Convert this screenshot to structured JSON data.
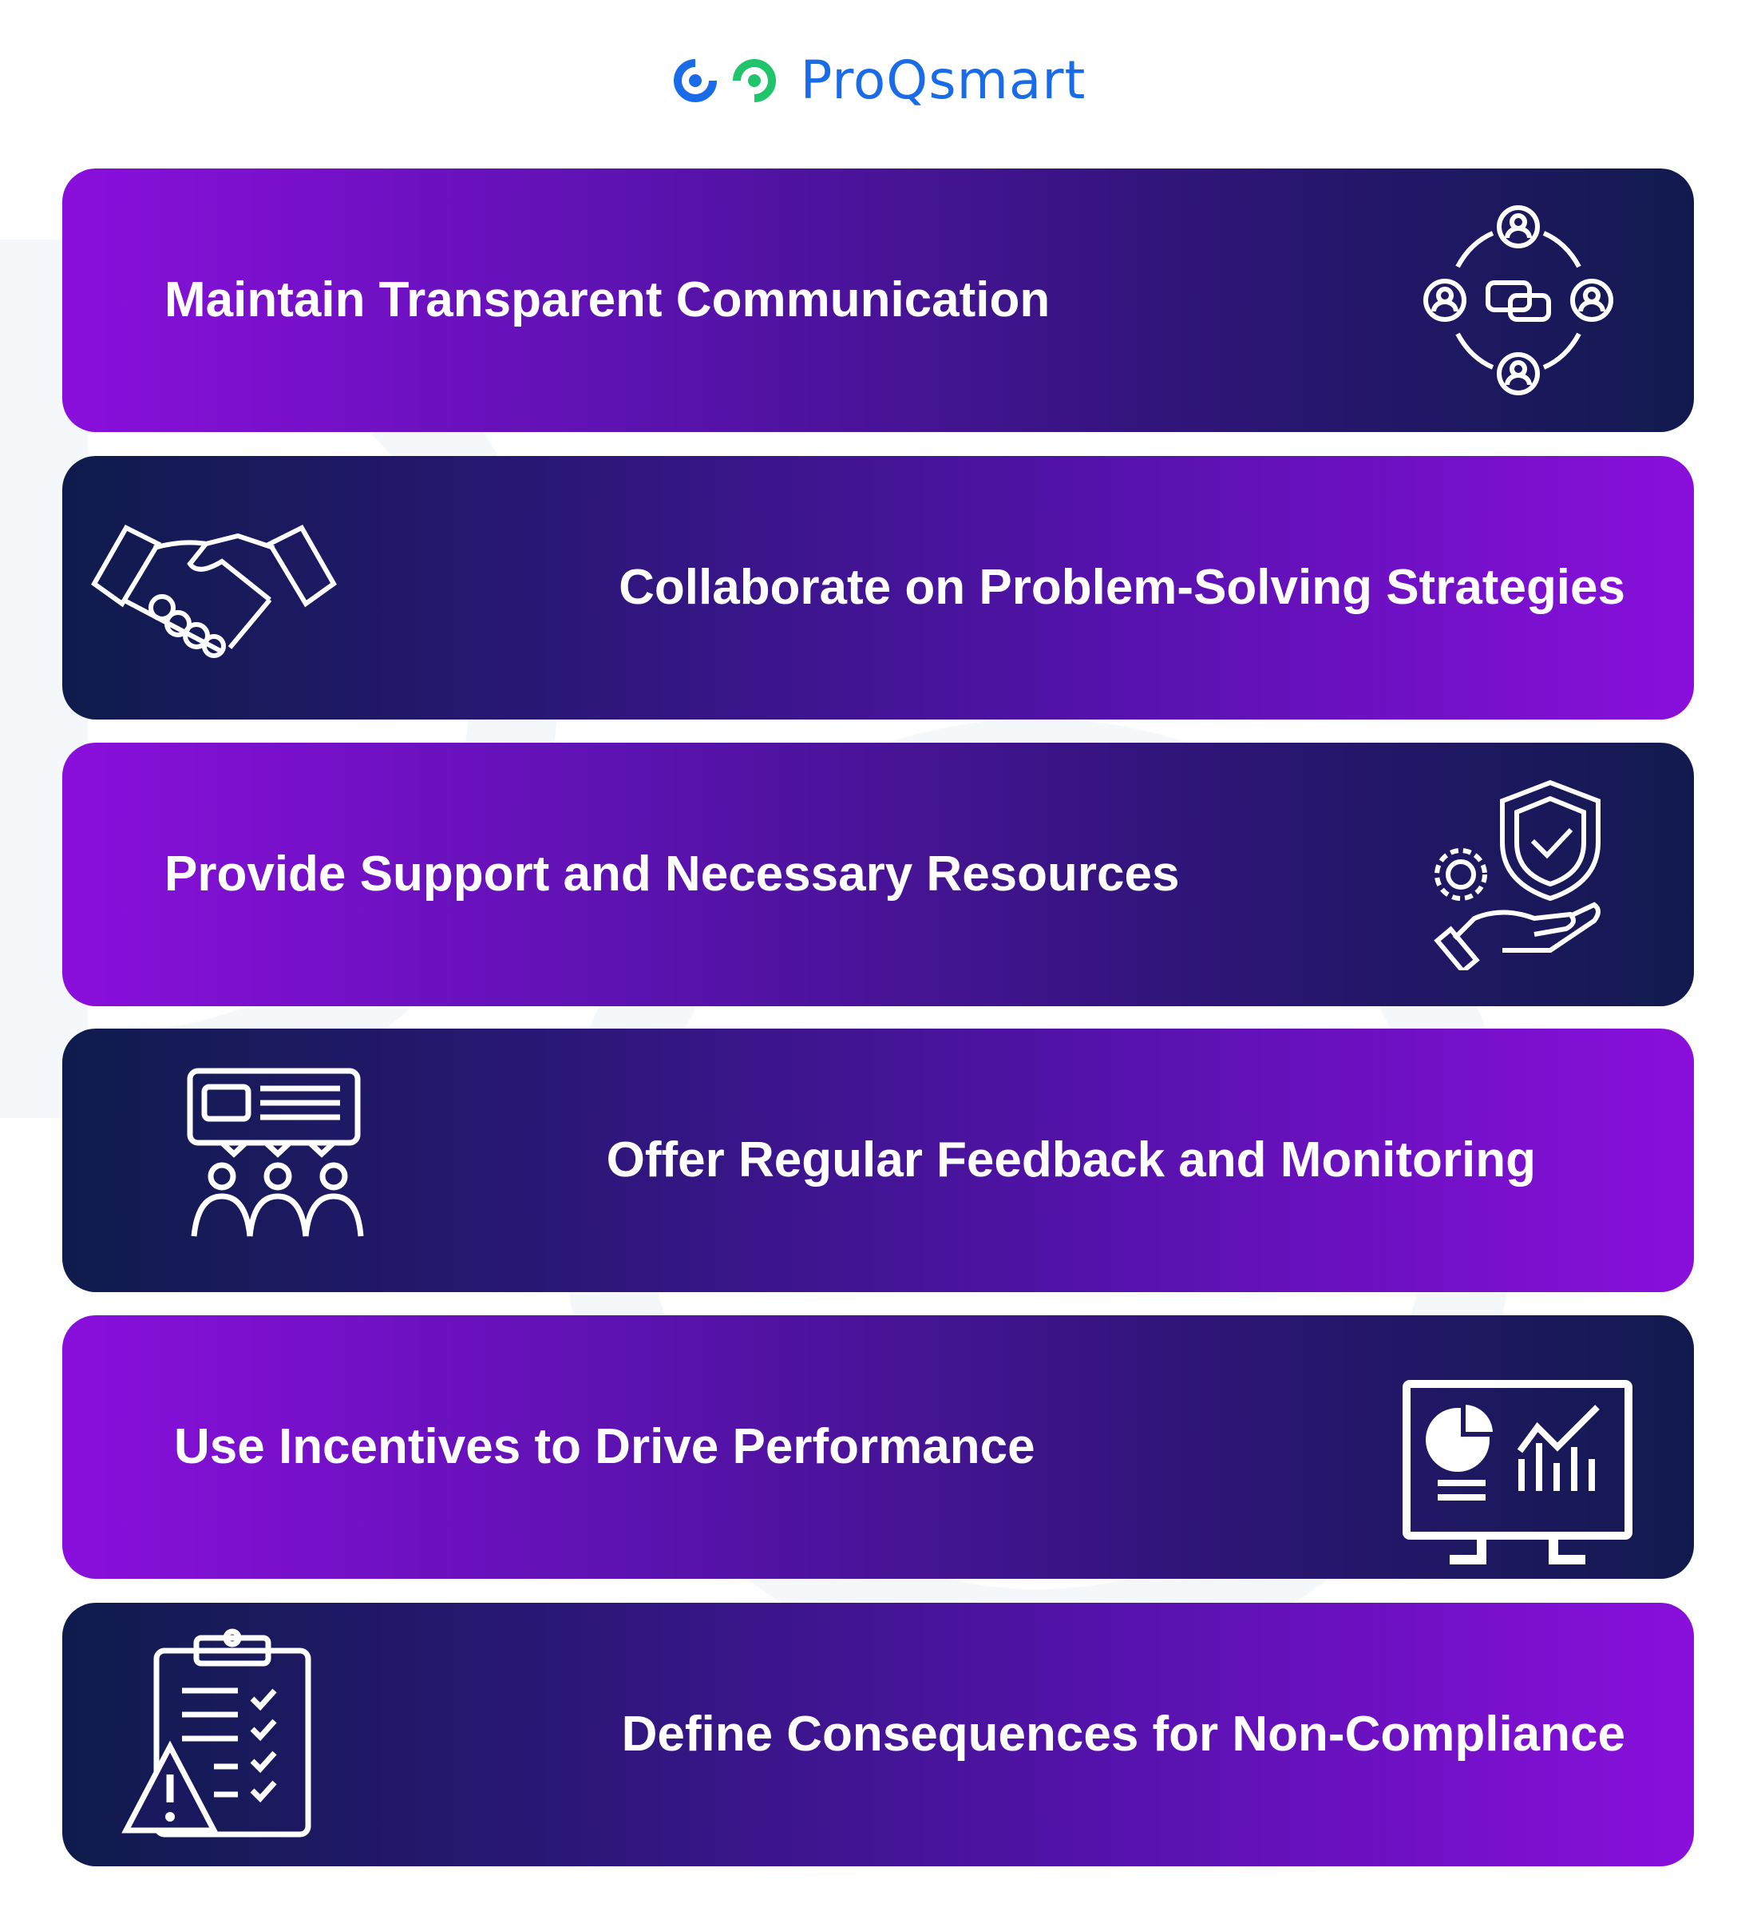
{
  "brand": {
    "name": "ProQsmart",
    "colors": {
      "blue": "#1a6be8",
      "green": "#1fc46b"
    }
  },
  "cards": [
    {
      "title": "Maintain Transparent Communication",
      "icon": "communication-network-icon"
    },
    {
      "title": "Collaborate on Problem-Solving Strategies",
      "icon": "handshake-icon"
    },
    {
      "title": "Provide Support and Necessary Resources",
      "icon": "support-shield-hand-icon"
    },
    {
      "title": "Offer Regular Feedback and Monitoring",
      "icon": "feedback-meeting-icon"
    },
    {
      "title": "Use Incentives to Drive Performance",
      "icon": "performance-dashboard-icon"
    },
    {
      "title": "Define Consequences for Non-Compliance",
      "icon": "compliance-checklist-warning-icon"
    }
  ],
  "gradient": {
    "purple": "#8a0fdc",
    "navy": "#111a4e"
  }
}
